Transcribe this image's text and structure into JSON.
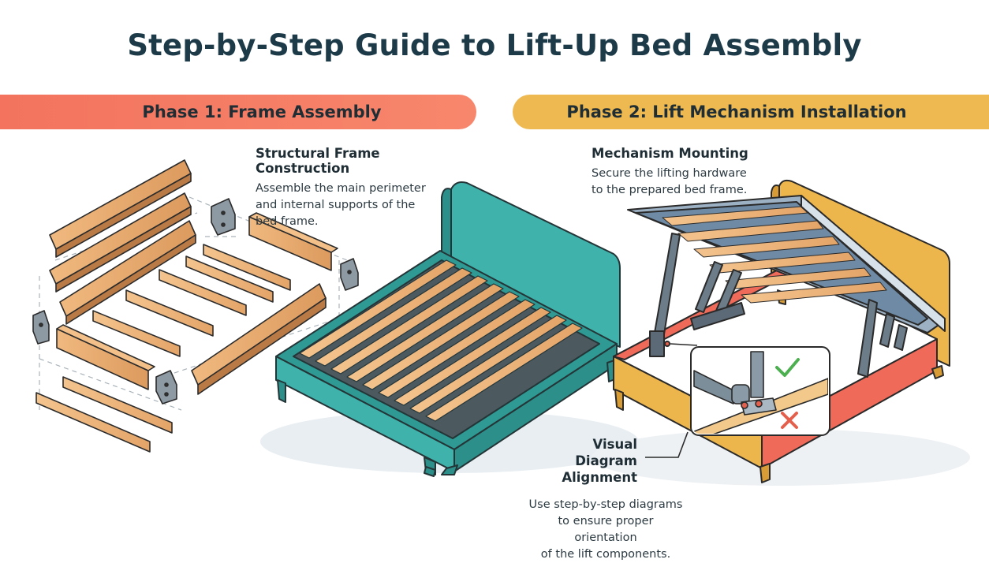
{
  "title": "Step-by-Step Guide to Lift-Up Bed Assembly",
  "phases": [
    {
      "label": "Phase 1: Frame Assembly",
      "color": "#f3735e"
    },
    {
      "label": "Phase 2: Lift Mechanism Installation",
      "color": "#eeb950"
    }
  ],
  "sections": {
    "structure": {
      "heading": "Structural Frame Construction",
      "body": "Assemble the main perimeter\nand internal supports of the\nbed frame."
    },
    "mounting": {
      "heading": "Mechanism Mounting",
      "body": "Secure the lifting hardware\nto the prepared bed frame."
    },
    "diagram": {
      "heading": "Visual Diagram\nAlignment",
      "body": "Use step-by-step diagrams\nto ensure proper orientation\nof the lift components."
    }
  },
  "icons": {
    "check": "check-icon",
    "cross": "cross-icon"
  },
  "colors": {
    "wood": "#e6a96f",
    "teal_bed": "#3fb3ab",
    "yellow_bed": "#edb64d",
    "coral_bed": "#f06a5a",
    "check": "#4caf50",
    "cross": "#e4604c"
  }
}
